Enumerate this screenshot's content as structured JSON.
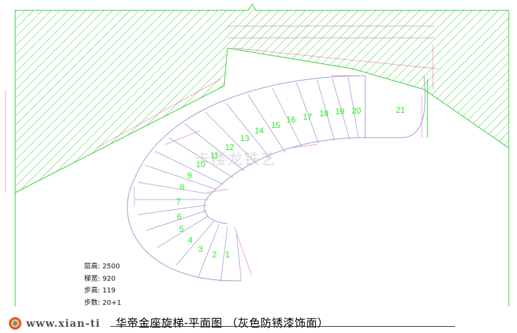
{
  "drawing": {
    "title": "华帝金座旋梯-平面图 （灰色防锈漆饰面）",
    "website": "www.xian-ti",
    "watermark": "卡楼龙铁艺",
    "steps": [
      "1",
      "2",
      "3",
      "4",
      "5",
      "6",
      "7",
      "8",
      "9",
      "10",
      "11",
      "12",
      "13",
      "14",
      "15",
      "16",
      "17",
      "18",
      "19",
      "20"
    ],
    "landing": "21",
    "specs": [
      {
        "label": "层高:",
        "value": "2500"
      },
      {
        "label": "梯宽:",
        "value": "920"
      },
      {
        "label": "步高:",
        "value": "119"
      },
      {
        "label": "步数:",
        "value": "20+1"
      }
    ],
    "colors": {
      "hatch": "#33cc33",
      "step_numbers": "#22ee22",
      "stair_outline": "#9a9ad0",
      "dimension": "#e060a0",
      "wall_line": "#33cc33"
    }
  }
}
